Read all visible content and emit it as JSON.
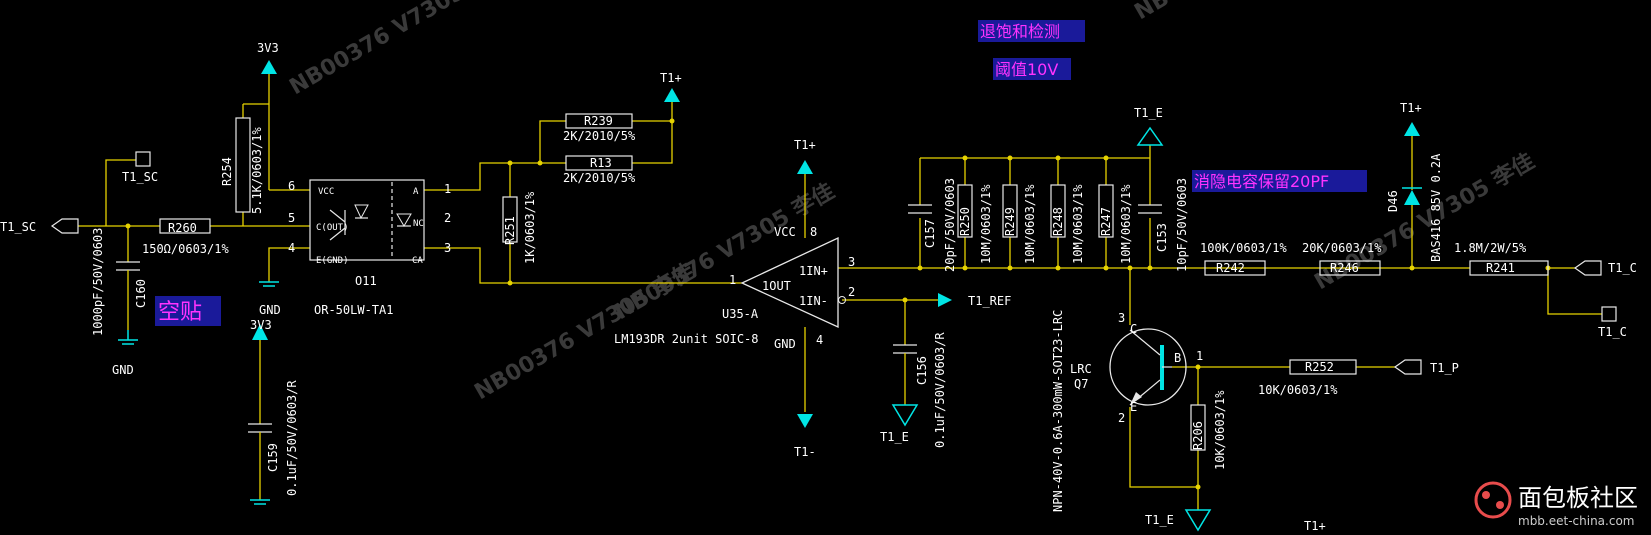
{
  "watermarks": [
    "NB00376 V7305 李佳",
    "NB00376 V7305 李佳",
    "NB00376 V7305 李佳",
    "NB00376 V7305 李佳",
    "NB00376 V7305 李佳"
  ],
  "notes": {
    "title": "退饱和检测",
    "threshold": "阈值10V",
    "cap_note": "消隐电容保留20PF",
    "empty_pad": "空贴"
  },
  "nets": {
    "t1_sc_in": "T1_SC",
    "t1_sc_pad": "T1_SC",
    "v3v3_top": "3V3",
    "v3v3_bot": "3V3",
    "gnd_left": "GND",
    "gnd_mid": "GND",
    "t1p_top": "T1+",
    "t1p_opamp": "T1+",
    "t1m_opamp": "T1-",
    "t1_ref": "T1_REF",
    "t1_e_top": "T1_E",
    "t1_e_c156": "T1_E",
    "t1_e_bot": "T1_E",
    "t1p_d46": "T1+",
    "t1p_bottom": "T1+",
    "t1_c_out": "T1_C",
    "t1_c_pad": "T1_C",
    "t1_p": "T1_P"
  },
  "parts": {
    "r260": {
      "ref": "R260",
      "value": "150Ω/0603/1%"
    },
    "c160": {
      "ref": "C160",
      "value": "1000pF/50V/0603"
    },
    "r254": {
      "ref": "R254",
      "value": "5.1K/0603/1%"
    },
    "c159": {
      "ref": "C159",
      "value": "0.1uF/50V/0603/R"
    },
    "opto": {
      "ref": "O11",
      "value": "OR-50LW-TA1"
    },
    "opto_pins": {
      "vcc": "VCC",
      "cout": "C(OUT)",
      "egnd": "E(GND)",
      "a": "A",
      "nc": "NC",
      "ca": "CA"
    },
    "r239": {
      "ref": "R239",
      "value": "2K/2010/5%"
    },
    "r13": {
      "ref": "R13",
      "value": "2K/2010/5%"
    },
    "r251": {
      "ref": "R251",
      "value": "1K/0603/1%"
    },
    "u35": {
      "ref": "U35-A",
      "value": "LM193DR 2unit SOIC-8",
      "vcc": "VCC",
      "gnd": "GND",
      "in_p": "1IN+",
      "in_m": "1IN-",
      "out": "1OUT"
    },
    "c156": {
      "ref": "C156",
      "value": "0.1uF/50V/0603/R"
    },
    "c157": {
      "ref": "C157",
      "value": "20pF/50V/0603"
    },
    "r250": {
      "ref": "R250",
      "value": "10M/0603/1%"
    },
    "r249": {
      "ref": "R249",
      "value": "10M/0603/1%"
    },
    "r248": {
      "ref": "R248",
      "value": "10M/0603/1%"
    },
    "r247": {
      "ref": "R247",
      "value": "10M/0603/1%"
    },
    "c153": {
      "ref": "C153",
      "value": "10pF/50V/0603"
    },
    "r242": {
      "ref": "R242",
      "value": "100K/0603/1%"
    },
    "r246": {
      "ref": "R246",
      "value": "20K/0603/1%"
    },
    "d46": {
      "ref": "D46",
      "value": "BAS416 85V 0.2A"
    },
    "r241": {
      "ref": "R241",
      "value": "1.8M/2W/5%"
    },
    "q7": {
      "ref": "Q7",
      "mfr": "LRC",
      "value": "NPN-40V-0.6A-300mW-SOT23-LRC",
      "c": "C",
      "b": "B",
      "e": "E"
    },
    "r252": {
      "ref": "R252",
      "value": "10K/0603/1%"
    },
    "r206": {
      "ref": "R206",
      "value": "10K/0603/1%"
    }
  },
  "pins": {
    "opto_6": "6",
    "opto_5": "5",
    "opto_4": "4",
    "opto_1": "1",
    "opto_2": "2",
    "opto_3": "3",
    "u_8": "8",
    "u_4": "4",
    "u_3": "3",
    "u_2": "2",
    "u_1": "1",
    "q_3": "3",
    "q_2": "2",
    "q_1": "1"
  },
  "logo": {
    "name": "面包板社区",
    "url": "mbb.eet-china.com"
  }
}
